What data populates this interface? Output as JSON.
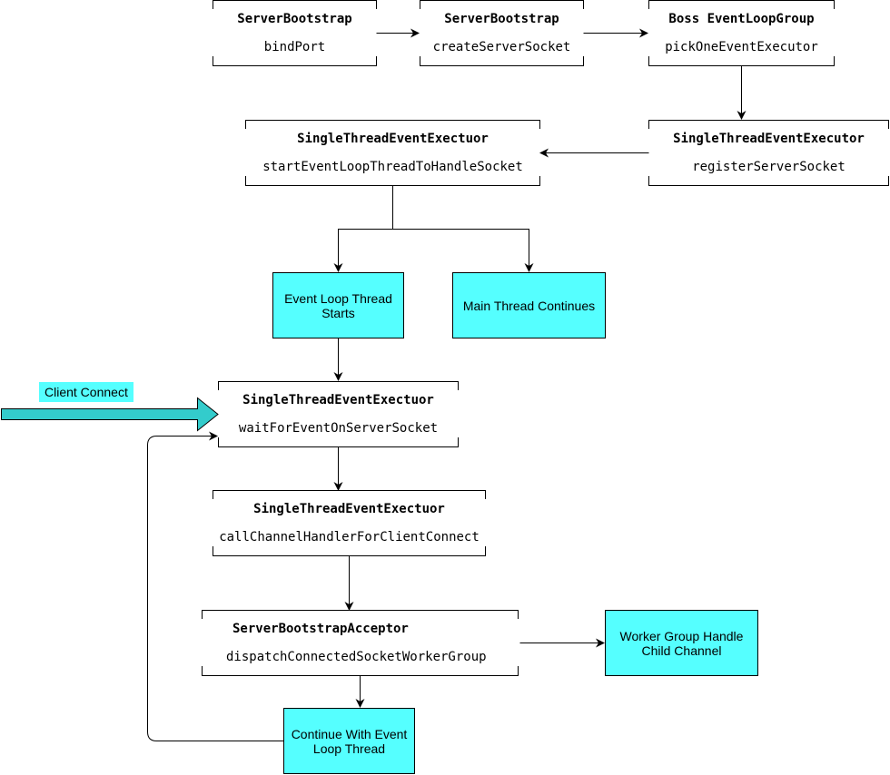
{
  "nodes": {
    "bind_port": {
      "title": "ServerBootstrap",
      "method": "bindPort"
    },
    "create_socket": {
      "title": "ServerBootstrap",
      "method": "createServerSocket"
    },
    "boss_group": {
      "title": "Boss EventLoopGroup",
      "method": "pickOneEventExecutor"
    },
    "register_socket": {
      "title": "SingleThreadEventExecutor",
      "method": "registerServerSocket"
    },
    "start_loop": {
      "title": "SingleThreadEventExectuor",
      "method": "startEventLoopThreadToHandleSocket"
    },
    "wait_event": {
      "title": "SingleThreadEventExectuor",
      "method": "waitForEventOnServerSocket"
    },
    "call_handler": {
      "title": "SingleThreadEventExectuor",
      "method": "callChannelHandlerForClientConnect"
    },
    "acceptor": {
      "title": "ServerBootstrapAcceptor",
      "method": "dispatchConnectedSocketWorkerGroup"
    }
  },
  "processes": {
    "loop_starts": "Event Loop Thread Starts",
    "main_continues": "Main Thread Continues",
    "worker_group": "Worker Group Handle Child Channel",
    "continue_loop": "Continue With Event Loop Thread"
  },
  "client_connect_label": "Client Connect",
  "colors": {
    "process_fill": "#55ffff",
    "big_arrow_fill": "#33cccc",
    "stroke": "#000000"
  }
}
